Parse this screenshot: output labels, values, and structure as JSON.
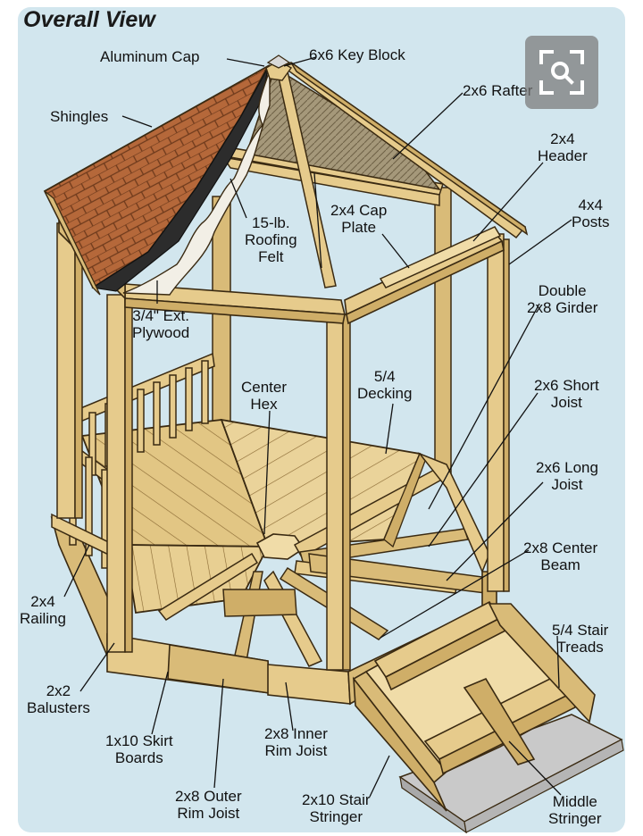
{
  "title": "Overall View",
  "colors": {
    "background": "#d2e6ee",
    "wood": "#e6cb8c",
    "wood_shade": "#cfae68",
    "wood_dark": "#b8924d",
    "outline": "#3a2a12",
    "shingle": "#b5683a",
    "felt": "#2c2c2c",
    "plywood": "#f2efe6",
    "concrete": "#c9c9c9"
  },
  "labels": {
    "aluminum_cap": "Aluminum Cap",
    "key_block": "6x6 Key Block",
    "rafter": "2x6 Rafter",
    "shingles": "Shingles",
    "header": "2x4\nHeader",
    "posts": "4x4\nPosts",
    "roofing_felt": "15-lb.\nRoofing\nFelt",
    "cap_plate": "2x4 Cap\nPlate",
    "plywood": "3/4\" Ext.\nPlywood",
    "double_girder": "Double\n2x8 Girder",
    "center_hex": "Center\nHex",
    "decking": "5/4\nDecking",
    "short_joist": "2x6 Short\nJoist",
    "long_joist": "2x6 Long\nJoist",
    "center_beam": "2x8 Center\nBeam",
    "railing": "2x4\nRailing",
    "stair_treads": "5/4 Stair\nTreads",
    "balusters": "2x2\nBalusters",
    "skirt_boards": "1x10 Skirt\nBoards",
    "inner_rim_joist": "2x8 Inner\nRim Joist",
    "outer_rim_joist": "2x8 Outer\nRim Joist",
    "stair_stringer": "2x10 Stair\nStringer",
    "middle_stringer": "Middle\nStringer"
  },
  "icons": {
    "lens": "image-search-icon"
  }
}
